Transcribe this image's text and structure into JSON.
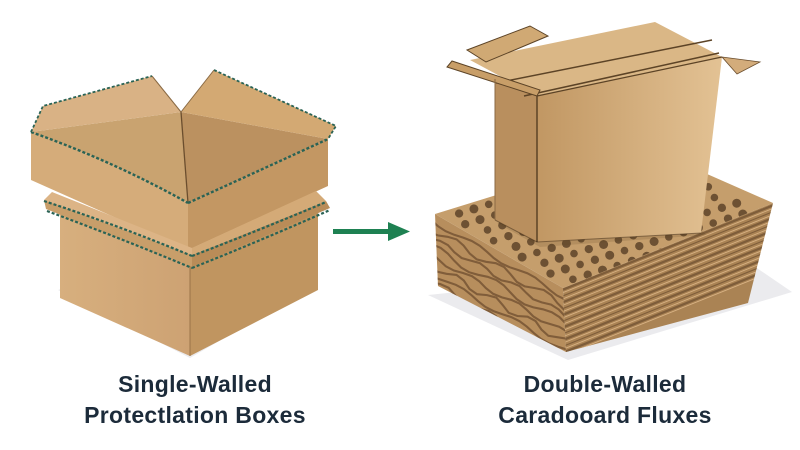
{
  "diagram": {
    "left": {
      "label_lines": [
        "Single-Walled",
        "Protectlation Boxes"
      ]
    },
    "arrow": {
      "icon": "right-arrow",
      "direction": "right"
    },
    "right": {
      "label_lines": [
        "Double-Walled",
        "Caradooard Fluxes"
      ]
    }
  },
  "colors": {
    "caption_text": "#1c2b3a",
    "arrow_green": "#1e8152",
    "edge_green": "#2a6355",
    "cardboard_light": "#d8b286",
    "cardboard_mid": "#c49b69",
    "cardboard_dark": "#a87f50",
    "hole_brown": "#6d5133",
    "shadow_gray": "#ebebee",
    "background": "#ffffff"
  }
}
